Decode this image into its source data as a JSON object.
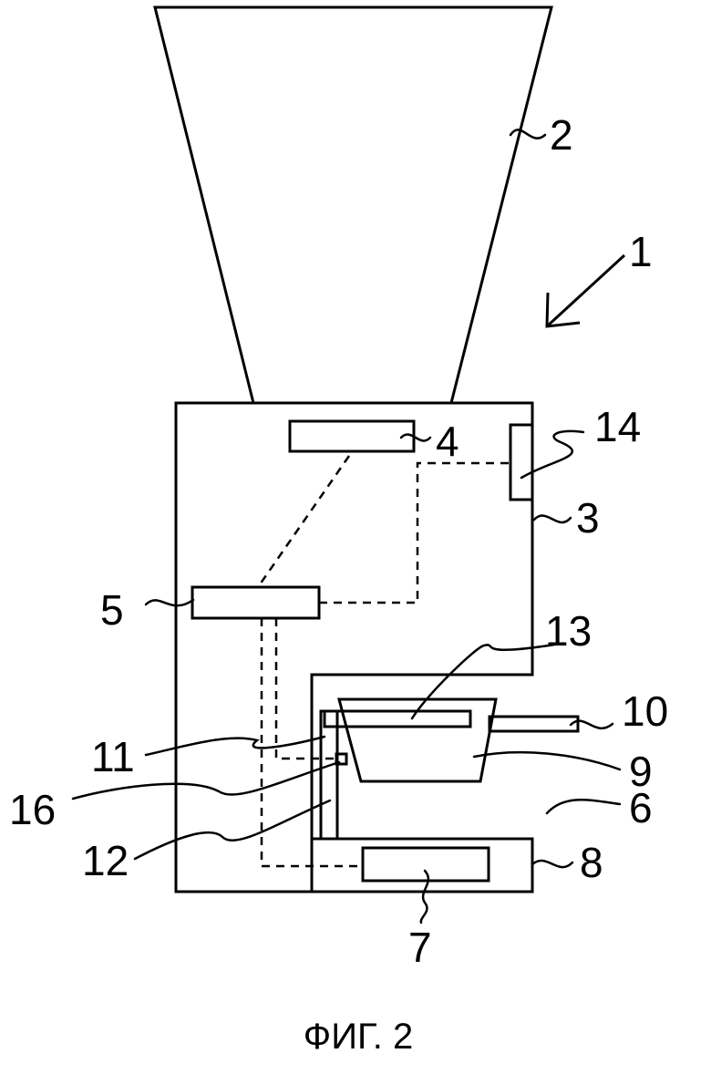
{
  "figure": {
    "caption": "ФИГ. 2",
    "labels": {
      "l1": "1",
      "l2": "2",
      "l3": "3",
      "l4": "4",
      "l5": "5",
      "l6": "6",
      "l7": "7",
      "l8": "8",
      "l9": "9",
      "l10": "10",
      "l11": "11",
      "l12": "12",
      "l13": "13",
      "l14": "14",
      "l16": "16"
    }
  }
}
